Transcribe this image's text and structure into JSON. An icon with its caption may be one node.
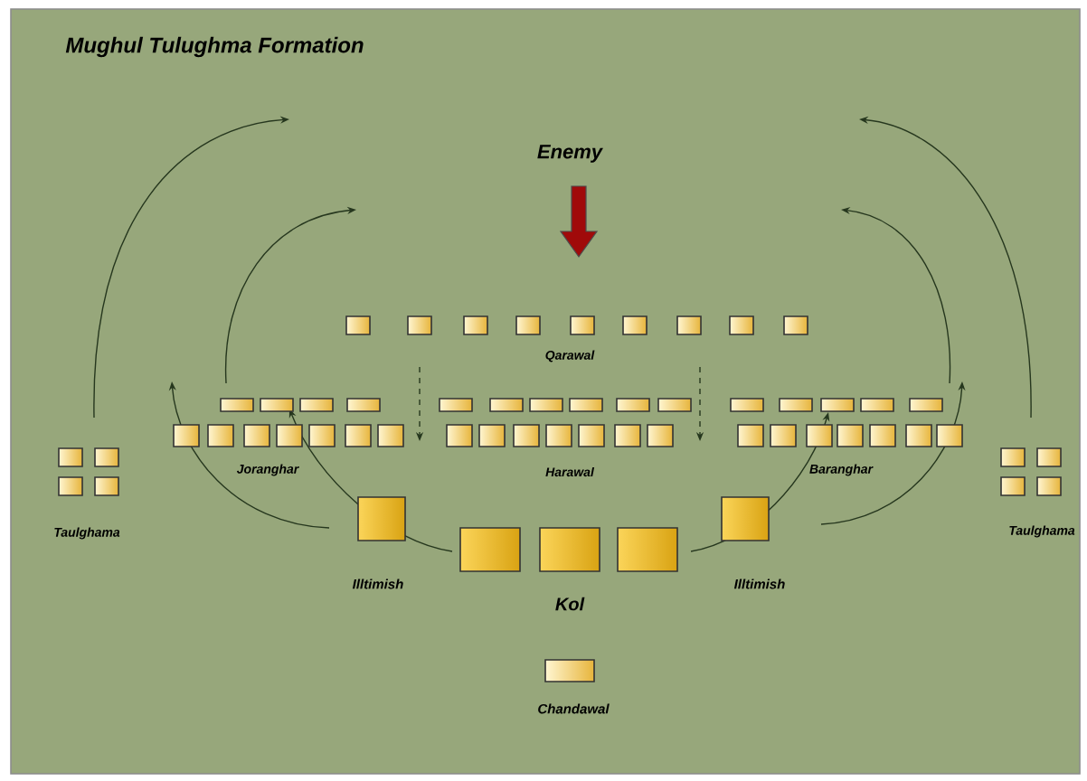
{
  "diagram": {
    "title": "Mughul Tulughma Formation",
    "labels": [
      "Enemy",
      "Qarawal",
      "Joranghar",
      "Harawal",
      "Baranghar",
      "Taulghama",
      "Taulghama",
      "Illtimish",
      "Kol",
      "Illtimish",
      "Chandawal"
    ]
  }
}
